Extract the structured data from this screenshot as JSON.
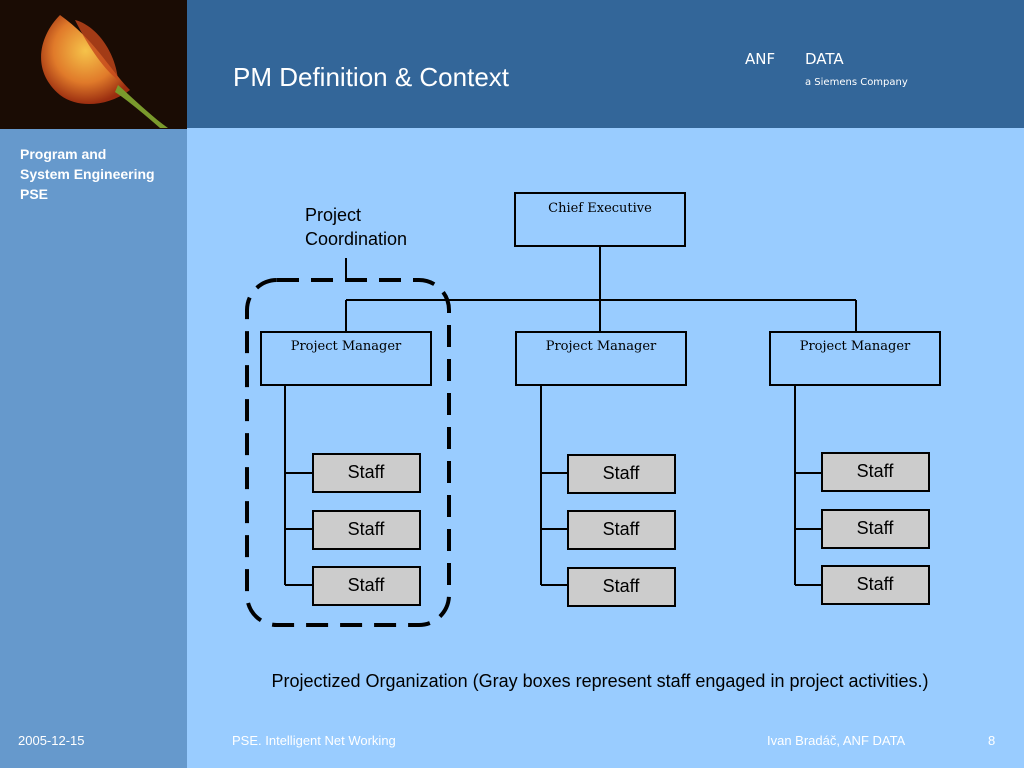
{
  "header": {
    "title": "PM Definition & Context",
    "brand_left": "ANF",
    "brand_right": "DATA",
    "brand_sub": "a  Siemens Company"
  },
  "sidebar": {
    "lines": [
      "Program and",
      "System Engineering",
      "PSE"
    ]
  },
  "diagram": {
    "chief": "Chief Executive",
    "managers": [
      "Project Manager",
      "Project Manager",
      "Project Manager"
    ],
    "staff_label": "Staff",
    "annotation_line1": "Project",
    "annotation_line2": "Coordination",
    "caption": "Projectized Organization (Gray boxes represent staff engaged in project activities.)"
  },
  "footer": {
    "date": "2005-12-15",
    "center": "PSE. Intelligent Net Working",
    "author": "Ivan Bradáč, ANF DATA",
    "page": "8"
  },
  "colors": {
    "header_bg": "#336699",
    "sidebar_bg": "#6699cc",
    "main_bg": "#99ccff",
    "staff_fill": "#cccccc"
  }
}
